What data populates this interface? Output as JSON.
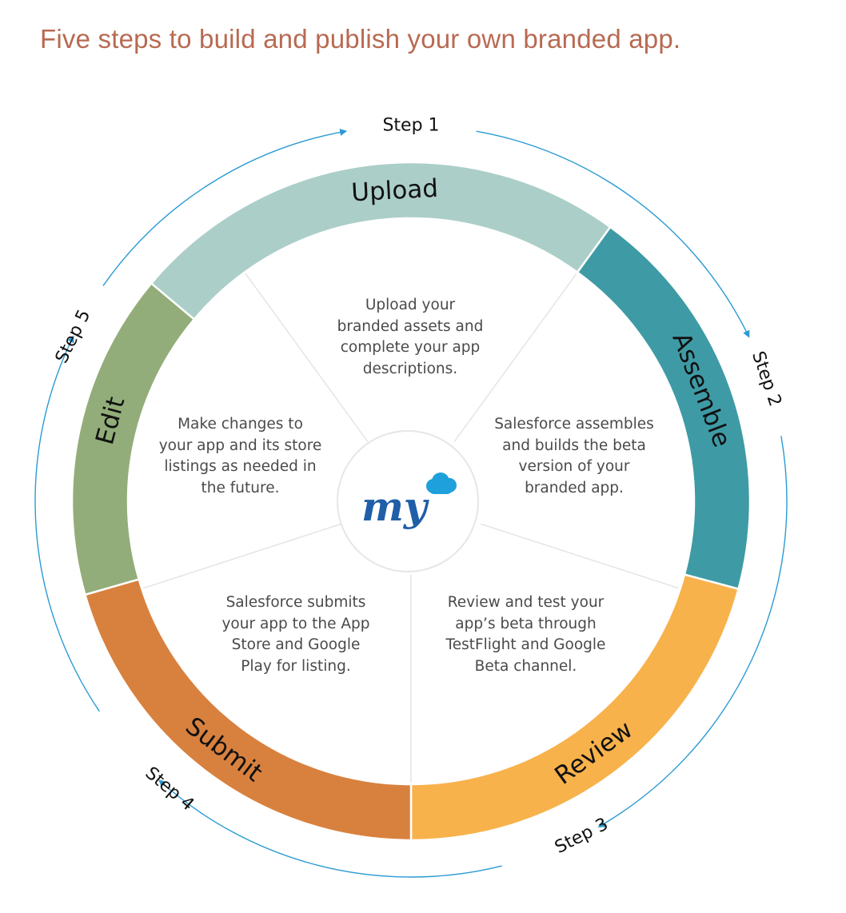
{
  "title": "Five steps to build and publish your own branded app.",
  "logo": {
    "text": "my",
    "cloud_color": "#1ea0dc",
    "text_color": "#1f5ea8"
  },
  "steps": [
    {
      "step_label": "Step 1",
      "name": "Upload",
      "color": "#abcec8",
      "description": [
        "Upload your",
        "branded assets and",
        "complete your app",
        "descriptions."
      ]
    },
    {
      "step_label": "Step 2",
      "name": "Assemble",
      "color": "#3e9ba5",
      "description": [
        "Salesforce assembles",
        "and builds the beta",
        "version of your",
        "branded app."
      ]
    },
    {
      "step_label": "Step 3",
      "name": "Review",
      "color": "#f8b24b",
      "description": [
        "Review and test your",
        "app’s beta through",
        "TestFlight and Google",
        "Beta channel."
      ]
    },
    {
      "step_label": "Step 4",
      "name": "Submit",
      "color": "#d8813e",
      "description": [
        "Salesforce submits",
        "your app to the App",
        "Store and Google",
        "Play for listing."
      ]
    },
    {
      "step_label": "Step 5",
      "name": "Edit",
      "color": "#92ad79",
      "description": [
        "Make changes to",
        "your app and its store",
        "listings as needed in",
        "the future."
      ]
    }
  ],
  "colors": {
    "title": "#b86a52",
    "arrows": "#2a9bd3",
    "divider": "#e6e6e6"
  }
}
